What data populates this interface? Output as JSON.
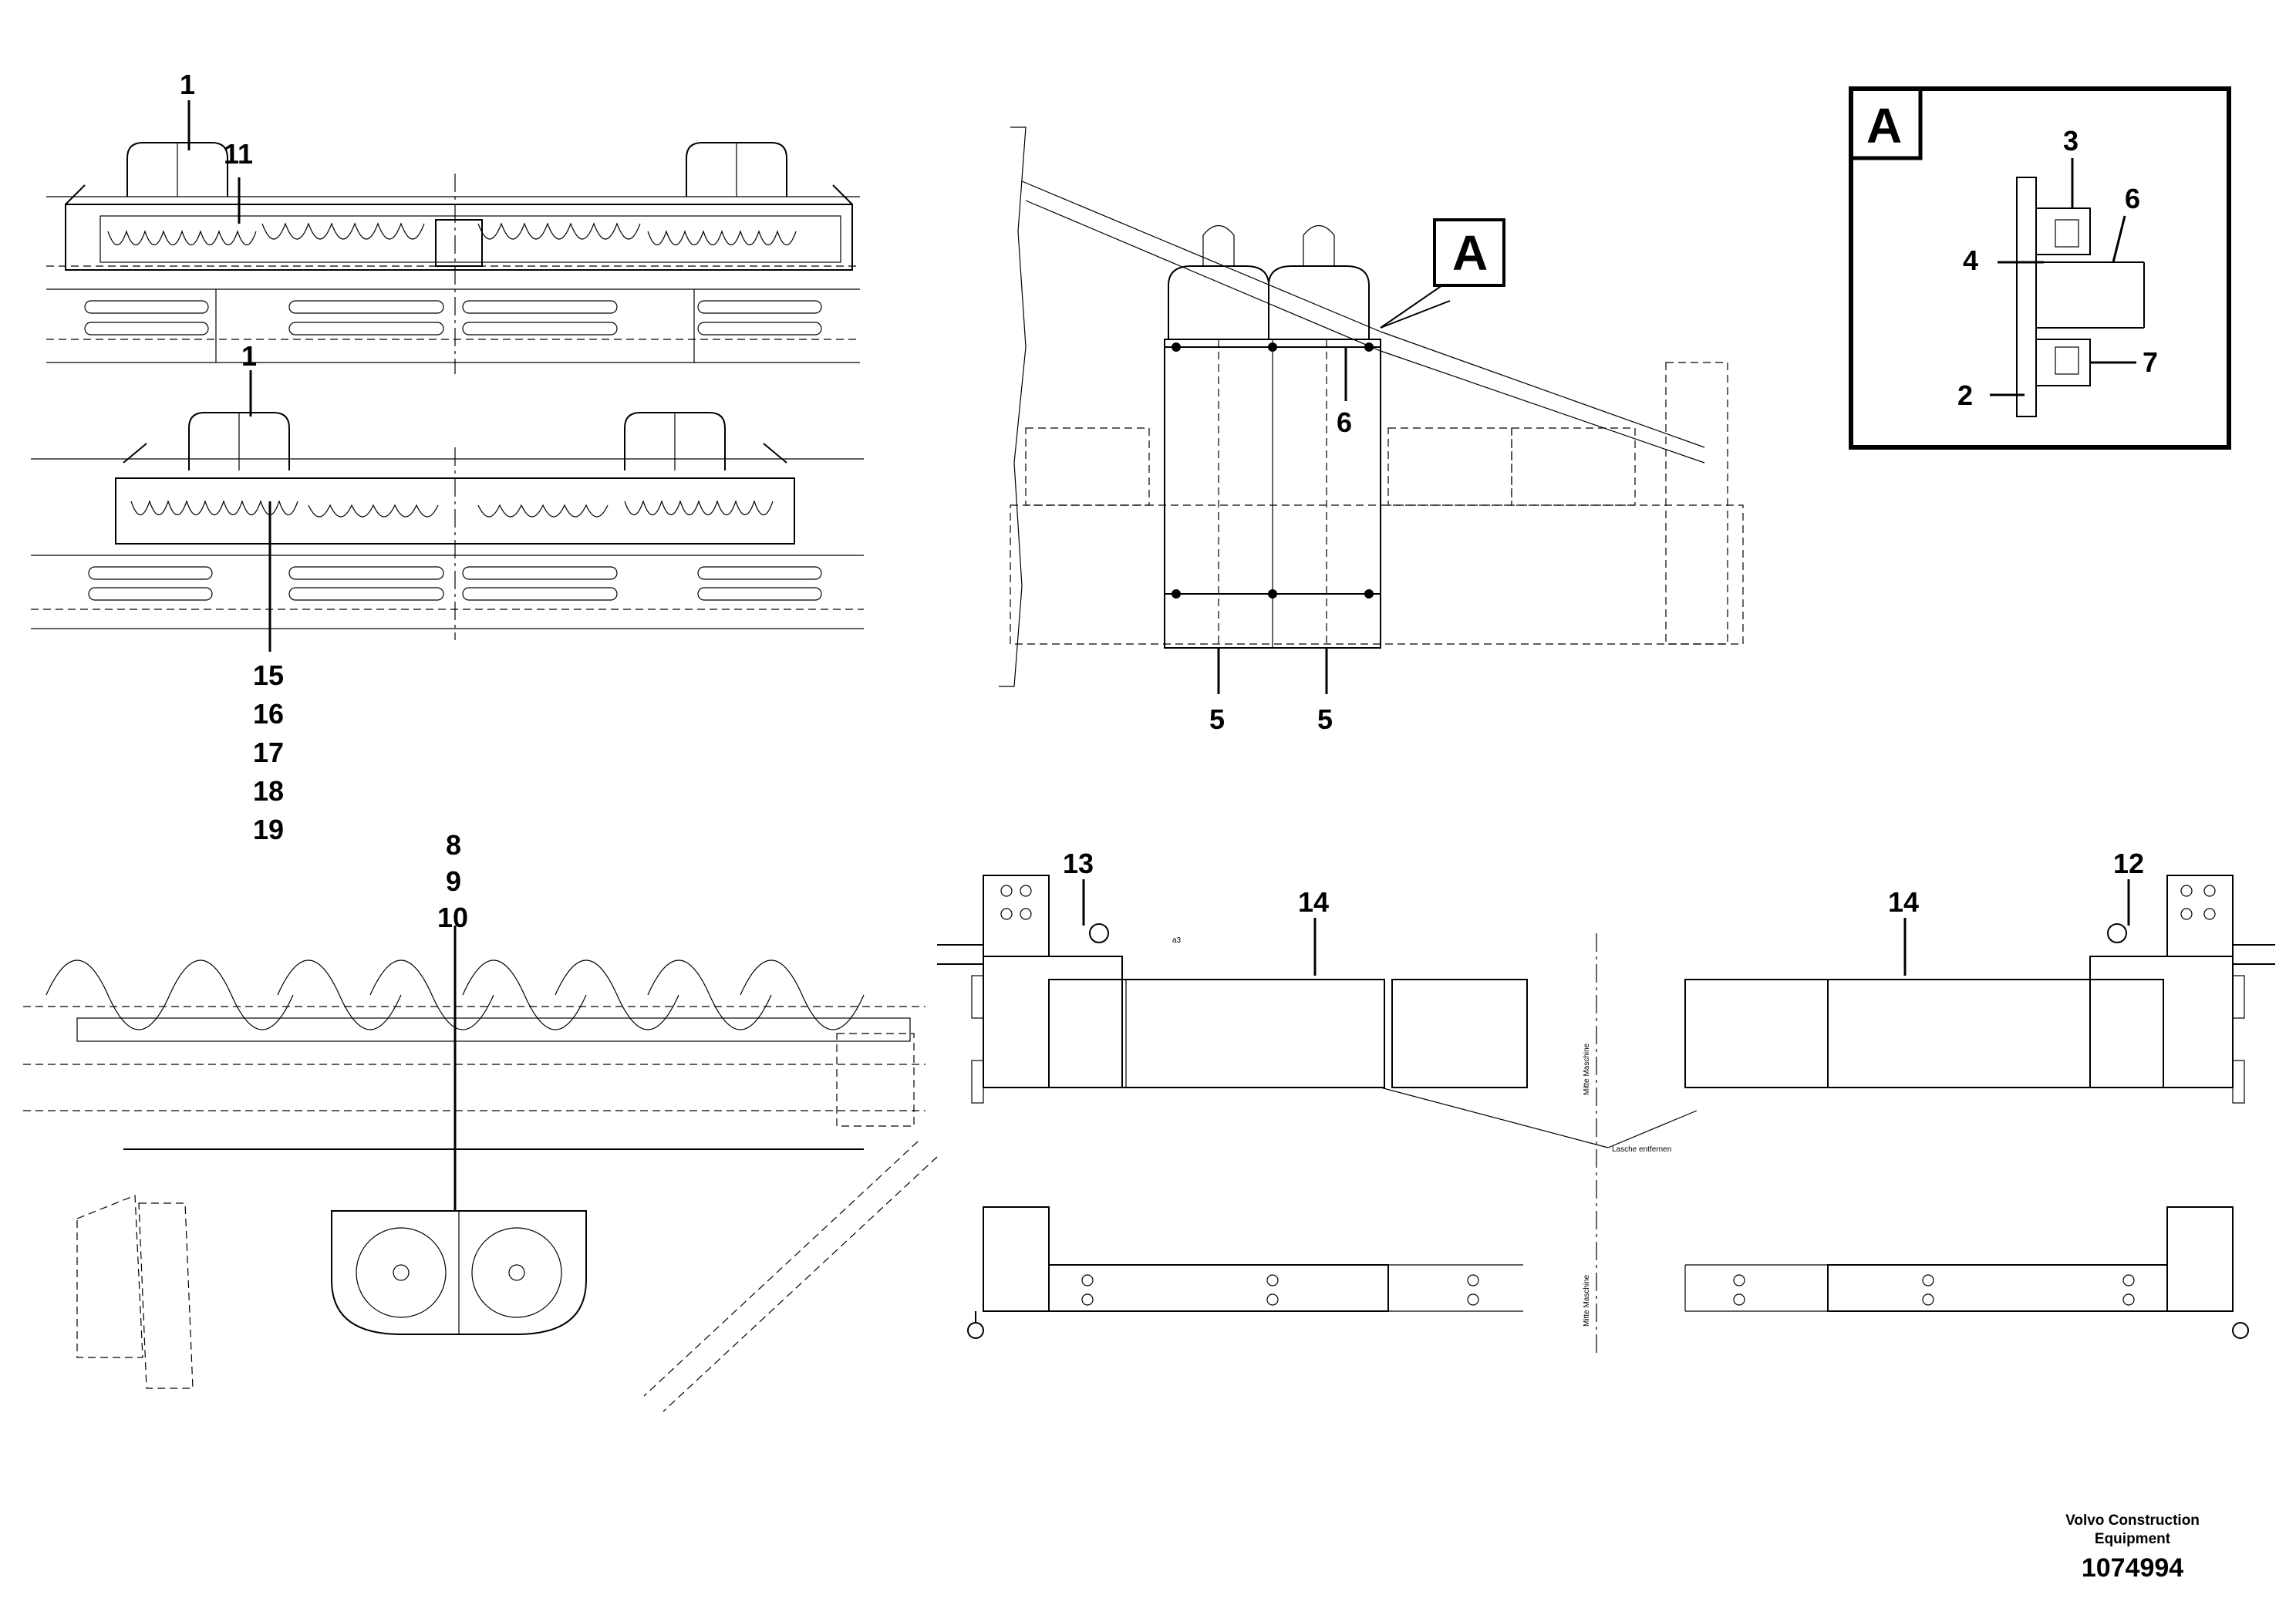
{
  "callouts": {
    "top_view_1": "1",
    "top_view_11": "11",
    "mid_view_1": "1",
    "mid_view_15": "15",
    "mid_view_16": "16",
    "mid_view_17": "17",
    "mid_view_18": "18",
    "mid_view_19": "19",
    "side_view_6": "6",
    "side_view_5a": "5",
    "side_view_5b": "5",
    "lower_8": "8",
    "lower_9": "9",
    "lower_10": "10",
    "left_13": "13",
    "left_14": "14",
    "right_14": "14",
    "right_12": "12",
    "detail_3": "3",
    "detail_6": "6",
    "detail_4": "4",
    "detail_7": "7",
    "detail_2": "2"
  },
  "detail": {
    "letter_box": "A",
    "view_letter": "A"
  },
  "small_notes": {
    "lasche": "Lasche entfernen",
    "mitte_left": "Mitte Maschine",
    "mitte_right": "Mitte Maschine",
    "weld": "a3"
  },
  "footer": {
    "brand_line1": "Volvo Construction",
    "brand_line2": "Equipment",
    "part_number": "1074994"
  }
}
